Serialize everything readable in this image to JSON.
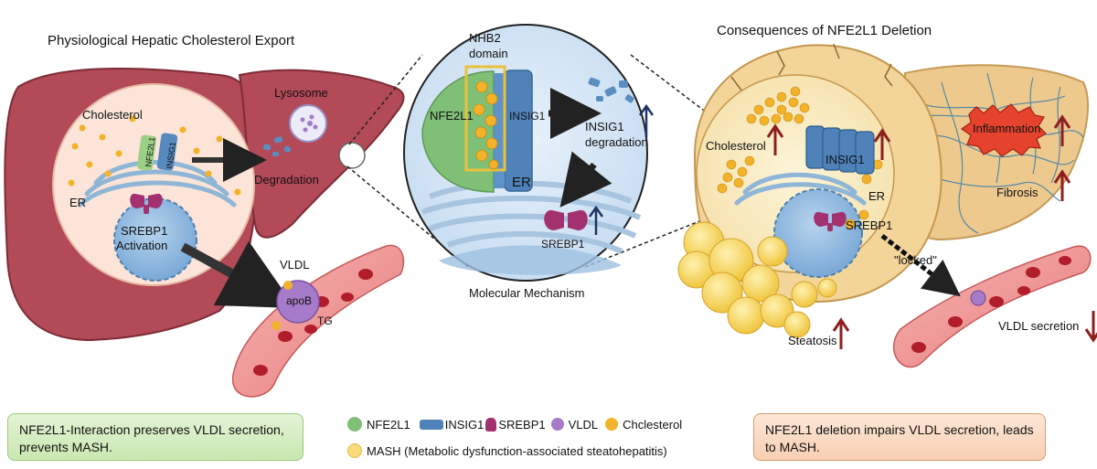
{
  "titles": {
    "left": "Physiological Hepatic Cholesterol Export",
    "middle": "Molecular Mechanism",
    "right": "Consequences of NFE2L1 Deletion"
  },
  "left_panel": {
    "lysosome": "Lysosome",
    "cholesterol": "Cholesterol",
    "nfe2l1": "NFE2L1",
    "insig1": "INSIG1",
    "degradation": "Degradation",
    "er": "ER",
    "srebp1_line1": "SREBP1",
    "srebp1_line2": "Activation",
    "vldl": "VLDL",
    "apob": "apoB",
    "tg": "TG"
  },
  "middle_panel": {
    "nhb2_line1": "NHB2",
    "nhb2_line2": "domain",
    "nfe2l1": "NFE2L1",
    "insig1": "INSIG1",
    "insig1_deg_line1": "INSIG1",
    "insig1_deg_line2": "degradation",
    "er": "ER",
    "srebp1": "SREBP1"
  },
  "right_panel": {
    "cholesterol": "Cholesterol",
    "insig1": "INSIG1",
    "er": "ER",
    "srebp1": "SREBP1",
    "locked": "\"locked\"",
    "inflammation": "Inflammation",
    "fibrosis": "Fibrosis",
    "steatosis": "Steatosis",
    "vldl_secretion": "VLDL secretion"
  },
  "boxes": {
    "left": "NFE2L1-Interaction preserves VLDL secretion, prevents MASH.",
    "right": "NFE2L1 deletion impairs VLDL secretion, leads to MASH."
  },
  "legend": {
    "nfe2l1": "NFE2L1",
    "insig1": "INSIG1",
    "srebp1": "SREBP1",
    "vldl": "VLDL",
    "cholesterol": "Chclesterol",
    "mash": "MASH (Metabolic dysfunction-associated steatohepatitis)"
  },
  "colors": {
    "liver_left": "#b24a57",
    "liver_right": "#eec98e",
    "nfe2l1": "#7fbf76",
    "insig1": "#4e82b8",
    "srebp1": "#a3306f",
    "vldl": "#a67bc9",
    "cholesterol": "#f2b32a",
    "mash": "#f9dc78",
    "up_arrow_left": "#1f3566",
    "up_arrow_right": "#8e1f1f"
  }
}
